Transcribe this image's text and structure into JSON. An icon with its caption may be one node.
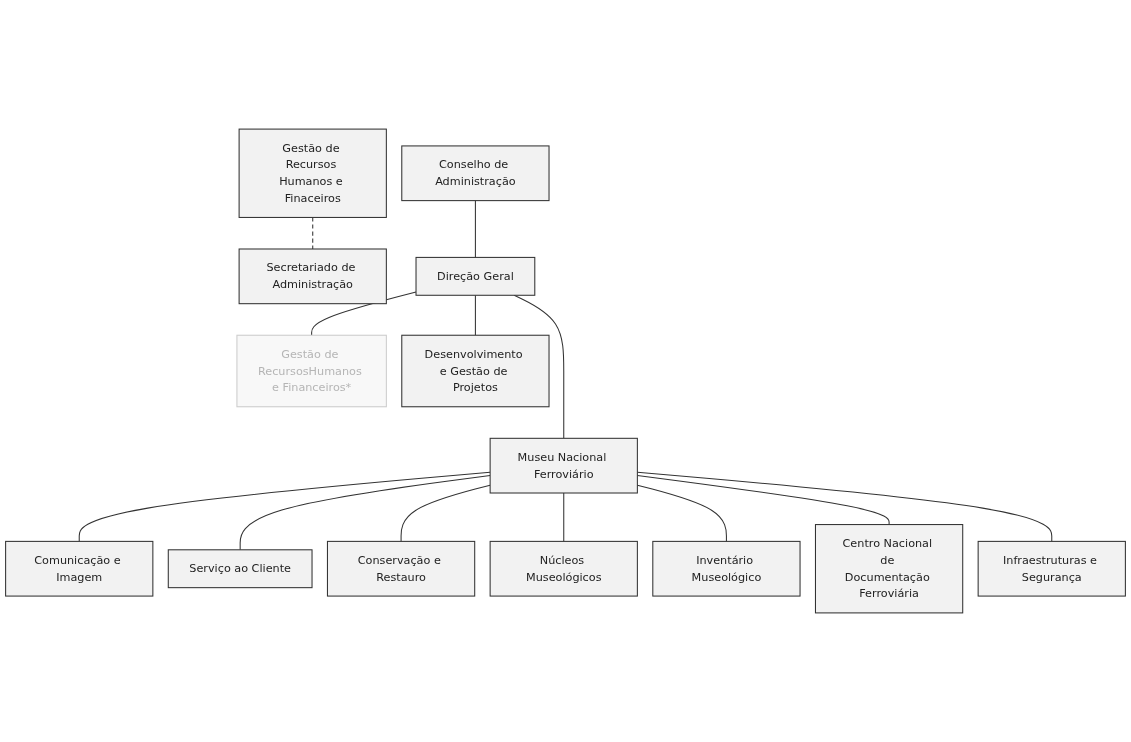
{
  "diagram": {
    "nodes": [
      {
        "text": [
          "Conselho de Administração"
        ]
      },
      {
        "text": [
          "Gestão de Recursos Humanos e Finaceiros"
        ]
      },
      {
        "text": [
          "Secretariado de Administração"
        ]
      },
      {
        "text": [
          "Direção Geral"
        ]
      },
      {
        "text": [
          "Museu Nacional Ferroviário"
        ]
      },
      {
        "text": [
          "Desenvolvimento e Gestão de Projetos"
        ]
      },
      {
        "text": [
          "Gestão de RecursosHumanos e Financeiros*"
        ]
      },
      {
        "text": [
          "Comunicação e Imagem"
        ]
      },
      {
        "text": [
          "Serviço ao Cliente"
        ]
      },
      {
        "text": [
          "Conservação e Restauro"
        ]
      },
      {
        "text": [
          "Núcleos Museológicos"
        ]
      },
      {
        "text": [
          "Inventário Museológico"
        ]
      },
      {
        "text": [
          "Centro Nacional de Documentação Ferroviária"
        ]
      },
      {
        "text": [
          "Infraestruturas e Segurança"
        ]
      }
    ],
    "edges": [
      {
        "from": 0,
        "to": 3,
        "arrow": "none"
      },
      {
        "from": 1,
        "to": 2,
        "arrow": "none",
        "style": "dashed"
      },
      {
        "from": 3,
        "to": 4,
        "arrow": "none"
      },
      {
        "from": 3,
        "to": 5,
        "arrow": "none"
      },
      {
        "from": 3,
        "to": 6,
        "arrow": "none"
      },
      {
        "from": 4,
        "to": 7,
        "arrow": "none"
      },
      {
        "from": 4,
        "to": 8,
        "arrow": "none"
      },
      {
        "from": 4,
        "to": 9,
        "arrow": "none"
      },
      {
        "from": 4,
        "to": 10,
        "arrow": "none"
      },
      {
        "from": 4,
        "to": 11,
        "arrow": "none"
      },
      {
        "from": 4,
        "to": 12,
        "arrow": "none"
      },
      {
        "from": 4,
        "to": 13,
        "arrow": "none"
      }
    ]
  }
}
